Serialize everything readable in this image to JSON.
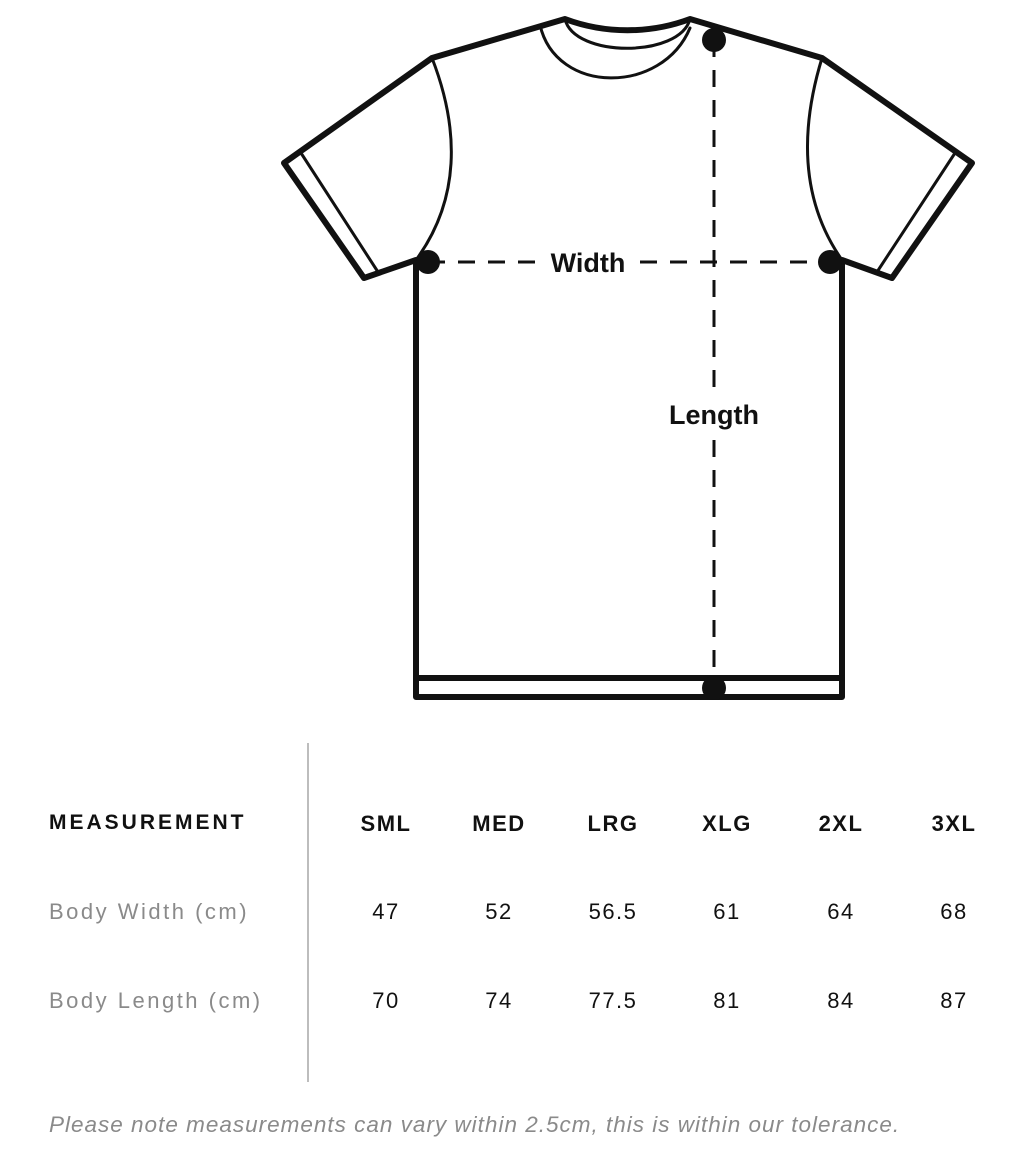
{
  "diagram": {
    "width_label": "Width",
    "length_label": "Length"
  },
  "table": {
    "header_label": "MEASUREMENT",
    "sizes": [
      "SML",
      "MED",
      "LRG",
      "XLG",
      "2XL",
      "3XL"
    ],
    "rows": [
      {
        "label": "Body Width (cm)",
        "values": [
          "47",
          "52",
          "56.5",
          "61",
          "64",
          "68"
        ]
      },
      {
        "label": "Body Length (cm)",
        "values": [
          "70",
          "74",
          "77.5",
          "81",
          "84",
          "87"
        ]
      }
    ]
  },
  "note": "Please note measurements can vary within 2.5cm, this is within our tolerance.",
  "colors": {
    "ink": "#111111",
    "muted_text": "#8a8a8a",
    "divider": "#bdbdbd"
  }
}
